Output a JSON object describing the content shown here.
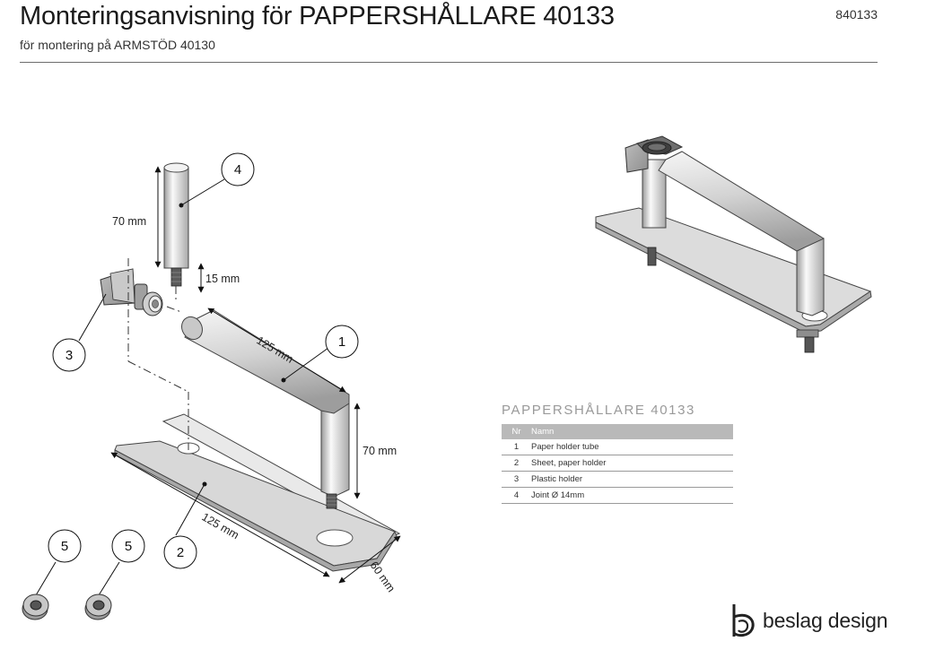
{
  "header": {
    "title": "Monteringsanvisning för PAPPERSHÅLLARE 40133",
    "subtitle": "för montering på ARMSTÖD 40130",
    "doc_number": "840133"
  },
  "dimensions": {
    "tube_vertical_top": "70 mm",
    "thread_length": "15 mm",
    "tube_horizontal": "125 mm",
    "tube_vertical_right": "70 mm",
    "sheet_length": "125 mm",
    "sheet_width": "60 mm"
  },
  "callouts": [
    "1",
    "2",
    "3",
    "4",
    "5"
  ],
  "parts_table": {
    "title": "PAPPERSHÅLLARE 40133",
    "headers": [
      "Nr",
      "Namn"
    ],
    "rows": [
      {
        "nr": "1",
        "name": "Paper holder tube"
      },
      {
        "nr": "2",
        "name": "Sheet, paper holder"
      },
      {
        "nr": "3",
        "name": "Plastic holder"
      },
      {
        "nr": "4",
        "name": "Joint Ø 14mm"
      }
    ]
  },
  "logo": {
    "text": "beslag design"
  }
}
